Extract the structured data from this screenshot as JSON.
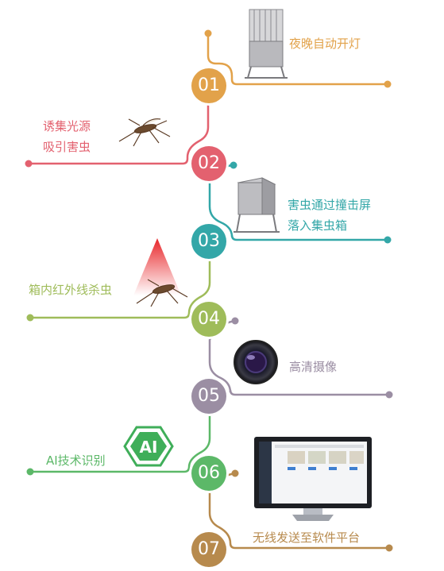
{
  "colors": {
    "step1": "#e2a24a",
    "step2": "#e3616f",
    "step3": "#33a7a8",
    "step4": "#9fbc5a",
    "step5": "#9b8ea3",
    "step6": "#5cb868",
    "step7": "#b78a4d"
  },
  "steps": [
    {
      "number": "01",
      "label_line1": "夜晚自动开灯",
      "label_line2": ""
    },
    {
      "number": "02",
      "label_line1": "诱集光源",
      "label_line2": "吸引害虫"
    },
    {
      "number": "03",
      "label_line1": "害虫通过撞击屏",
      "label_line2": "落入集虫箱"
    },
    {
      "number": "04",
      "label_line1": "箱内红外线杀虫",
      "label_line2": ""
    },
    {
      "number": "05",
      "label_line1": "高清摄像",
      "label_line2": ""
    },
    {
      "number": "06",
      "label_line1": "AI技术识别",
      "label_line2": ""
    },
    {
      "number": "07",
      "label_line1": "无线发送至软件平台",
      "label_line2": ""
    }
  ],
  "ai_badge": "AI",
  "icons": [
    "lamp-device-icon",
    "mosquito-icon",
    "collection-box-icon",
    "infrared-cone-icon",
    "camera-lens-icon",
    "ai-hexagon-icon",
    "monitor-icon"
  ]
}
